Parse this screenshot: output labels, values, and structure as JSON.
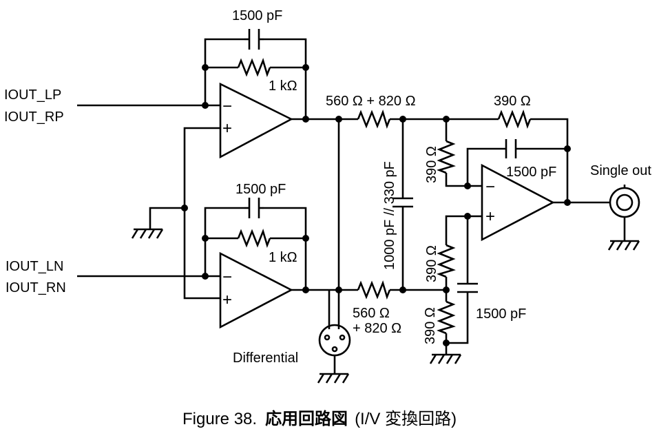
{
  "inputs": {
    "positive_1": "IOUT_LP",
    "positive_2": "IOUT_RP",
    "negative_1": "IOUT_LN",
    "negative_2": "IOUT_RN"
  },
  "components": {
    "top_feedback_cap": "1500 pF",
    "top_feedback_res": "1 kΩ",
    "bottom_feedback_cap": "1500 pF",
    "bottom_feedback_res": "1 kΩ",
    "top_series_res": "560 Ω + 820 Ω",
    "bottom_series_res_line1": "560 Ω",
    "bottom_series_res_line2": "+ 820 Ω",
    "diff_cap": "1000 pF // 330 pF",
    "out_feedback_res": "390 Ω",
    "out_feedback_cap": "1500 pF",
    "inv_input_res": "390 Ω",
    "noninv_res_upper": "390 Ω",
    "noninv_res_lower": "390 Ω",
    "noninv_cap": "1500 pF"
  },
  "opamp_pins": {
    "minus": "−",
    "plus": "+"
  },
  "outputs": {
    "differential": "Differential",
    "single": "Single out"
  },
  "caption": {
    "figure": "Figure 38.",
    "title": "応用回路図",
    "subtitle": "(I/V 変換回路)"
  }
}
